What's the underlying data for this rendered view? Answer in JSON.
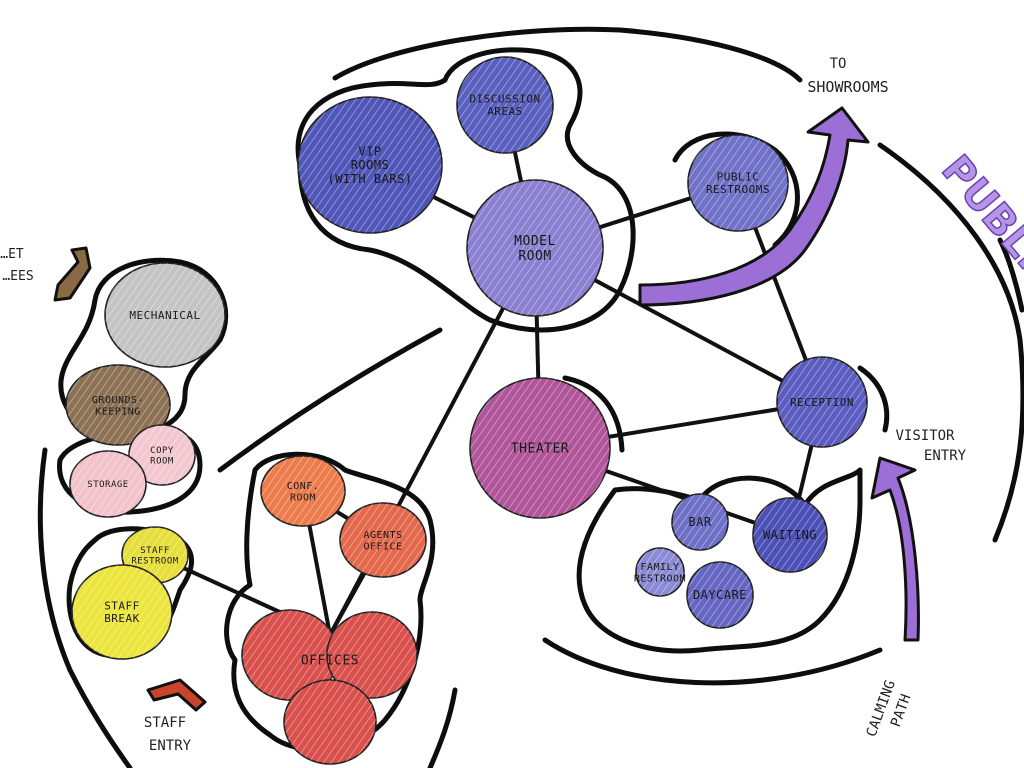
{
  "diagram": {
    "type": "bubble-adjacency-diagram",
    "zone_label": "PUBLIC",
    "spaces": [
      {
        "id": "vip-rooms",
        "label": [
          "VIP",
          "ROOMS",
          "(WITH BARS)"
        ],
        "color": "#4f56b8"
      },
      {
        "id": "discussion-areas",
        "label": [
          "DISCUSSION",
          "AREAS"
        ],
        "color": "#5a60c0"
      },
      {
        "id": "model-room",
        "label": [
          "MODEL",
          "ROOM"
        ],
        "color": "#8a7fd0"
      },
      {
        "id": "public-restrooms",
        "label": [
          "PUBLIC",
          "RESTROOMS"
        ],
        "color": "#6f72c8"
      },
      {
        "id": "theater",
        "label": [
          "THEATER"
        ],
        "color": "#b0559a"
      },
      {
        "id": "reception",
        "label": [
          "RECEPTION"
        ],
        "color": "#5a5cc0"
      },
      {
        "id": "bar",
        "label": [
          "BAR"
        ],
        "color": "#6e70c8"
      },
      {
        "id": "waiting",
        "label": [
          "WAITING"
        ],
        "color": "#4c4fb6"
      },
      {
        "id": "family-restroom",
        "label": [
          "FAMILY",
          "RESTROOM"
        ],
        "color": "#8a8ad6"
      },
      {
        "id": "daycare",
        "label": [
          "DAYCARE"
        ],
        "color": "#6466c2"
      },
      {
        "id": "mechanical",
        "label": [
          "MECHANICAL"
        ],
        "color": "#c4c4c4"
      },
      {
        "id": "grounds-keeping",
        "label": [
          "GROUNDS-",
          "KEEPING"
        ],
        "color": "#8c7155"
      },
      {
        "id": "copy-room",
        "label": [
          "COPY",
          "ROOM"
        ],
        "color": "#f3c7cf"
      },
      {
        "id": "storage",
        "label": [
          "STORAGE"
        ],
        "color": "#f3c3cb"
      },
      {
        "id": "staff-restroom",
        "label": [
          "STAFF",
          "RESTROOM"
        ],
        "color": "#e6de3a"
      },
      {
        "id": "staff-break",
        "label": [
          "STAFF",
          "BREAK"
        ],
        "color": "#ece53c"
      },
      {
        "id": "conf-room",
        "label": [
          "CONF.",
          "ROOM"
        ],
        "color": "#ec7c4c"
      },
      {
        "id": "agents-office",
        "label": [
          "AGENTS",
          "OFFICE"
        ],
        "color": "#e4684c"
      },
      {
        "id": "offices",
        "label": [
          "OFFICES"
        ],
        "color": "#d9504c"
      }
    ],
    "connections": [
      [
        "vip-rooms",
        "model-room"
      ],
      [
        "discussion-areas",
        "model-room"
      ],
      [
        "public-restrooms",
        "model-room"
      ],
      [
        "public-restrooms",
        "reception"
      ],
      [
        "model-room",
        "theater"
      ],
      [
        "model-room",
        "reception"
      ],
      [
        "model-room",
        "offices"
      ],
      [
        "theater",
        "reception"
      ],
      [
        "theater",
        "waiting"
      ],
      [
        "reception",
        "waiting"
      ],
      [
        "conf-room",
        "agents-office"
      ],
      [
        "conf-room",
        "offices"
      ],
      [
        "agents-office",
        "offices"
      ],
      [
        "staff-restroom",
        "offices"
      ]
    ],
    "annotations": {
      "to_showrooms": [
        "TO",
        "SHOWROOMS"
      ],
      "visitor_entry": [
        "VISITOR",
        "ENTRY"
      ],
      "calming_path": [
        "CALMING",
        "PATH"
      ],
      "staff_entry": [
        "STAFF",
        "ENTRY"
      ],
      "partial_left": [
        "…ET",
        "…EES"
      ]
    },
    "colors": {
      "arrow_public": "#9b6fd6",
      "arrow_staff": "#c8442a",
      "arrow_service": "#8a6a45",
      "line": "#111111"
    }
  }
}
